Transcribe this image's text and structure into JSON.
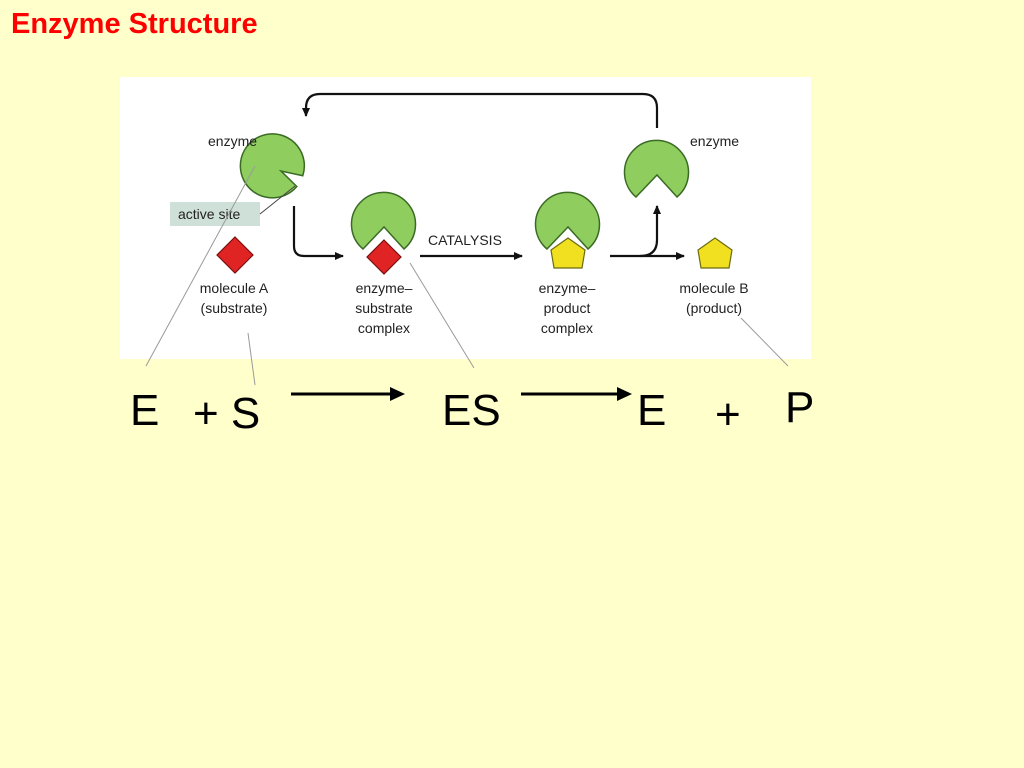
{
  "slide": {
    "title": "Enzyme Structure"
  },
  "diagram": {
    "labels": {
      "enzyme_left": "enzyme",
      "enzyme_right": "enzyme",
      "active_site": "active site",
      "catalysis": "CATALYSIS",
      "molecule_a_line1": "molecule A",
      "molecule_a_line2": "(substrate)",
      "es_line1": "enzyme–",
      "es_line2": "substrate",
      "es_line3": "complex",
      "ep_line1": "enzyme–",
      "ep_line2": "product",
      "ep_line3": "complex",
      "molecule_b_line1": "molecule B",
      "molecule_b_line2": "(product)"
    },
    "colors": {
      "enzyme_fill": "#8fce5e",
      "substrate_fill": "#e02424",
      "product_fill": "#f0e020",
      "active_site_box": "#cfe0d8"
    }
  },
  "equation": {
    "e1": "E",
    "plus_s": "+ S",
    "es": "ES",
    "e2": "E",
    "plus": "+",
    "p": "P"
  }
}
